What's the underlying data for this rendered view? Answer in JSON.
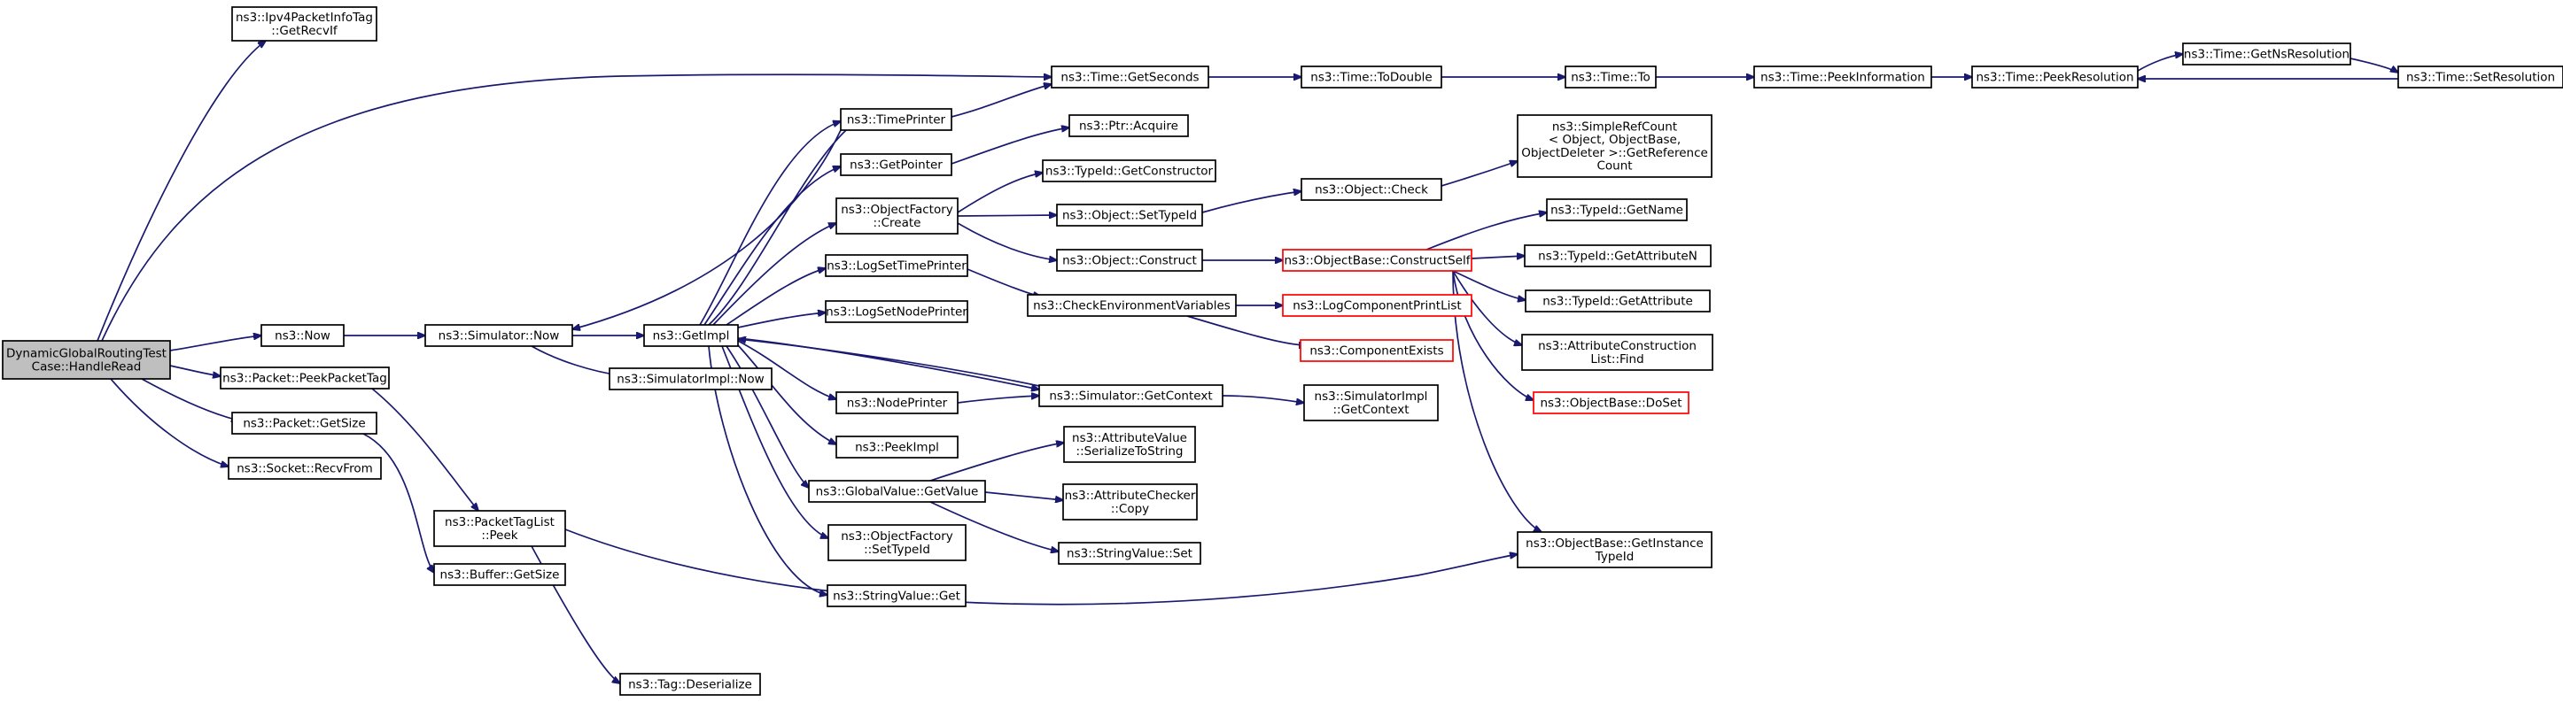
{
  "graph": {
    "nodes": [
      {
        "id": "root",
        "lines": [
          "DynamicGlobalRoutingTest",
          "Case::HandleRead"
        ]
      },
      {
        "id": "ipv4tag",
        "lines": [
          "ns3::Ipv4PacketInfoTag",
          "::GetRecvIf"
        ]
      },
      {
        "id": "getseconds",
        "lines": [
          "ns3::Time::GetSeconds"
        ]
      },
      {
        "id": "todouble",
        "lines": [
          "ns3::Time::ToDouble"
        ]
      },
      {
        "id": "timeto",
        "lines": [
          "ns3::Time::To"
        ]
      },
      {
        "id": "peekinfo",
        "lines": [
          "ns3::Time::PeekInformation"
        ]
      },
      {
        "id": "peekres",
        "lines": [
          "ns3::Time::PeekResolution"
        ]
      },
      {
        "id": "getnsres",
        "lines": [
          "ns3::Time::GetNsResolution"
        ]
      },
      {
        "id": "setres",
        "lines": [
          "ns3::Time::SetResolution"
        ]
      },
      {
        "id": "timeprinter",
        "lines": [
          "ns3::TimePrinter"
        ]
      },
      {
        "id": "ptracquire",
        "lines": [
          "ns3::Ptr::Acquire"
        ]
      },
      {
        "id": "getpointer",
        "lines": [
          "ns3::GetPointer"
        ]
      },
      {
        "id": "getconstructor",
        "lines": [
          "ns3::TypeId::GetConstructor"
        ]
      },
      {
        "id": "objfcreate",
        "lines": [
          "ns3::ObjectFactory",
          "::Create"
        ]
      },
      {
        "id": "settypeid",
        "lines": [
          "ns3::Object::SetTypeId"
        ]
      },
      {
        "id": "objcheck",
        "lines": [
          "ns3::Object::Check"
        ]
      },
      {
        "id": "refcount",
        "lines": [
          "ns3::SimpleRefCount",
          "< Object, ObjectBase,",
          "ObjectDeleter >::GetReference",
          "Count"
        ]
      },
      {
        "id": "construct",
        "lines": [
          "ns3::Object::Construct"
        ]
      },
      {
        "id": "constructself",
        "lines": [
          "ns3::ObjectBase::ConstructSelf"
        ]
      },
      {
        "id": "tidgetname",
        "lines": [
          "ns3::TypeId::GetName"
        ]
      },
      {
        "id": "tidgetattrn",
        "lines": [
          "ns3::TypeId::GetAttributeN"
        ]
      },
      {
        "id": "tidgetattr",
        "lines": [
          "ns3::TypeId::GetAttribute"
        ]
      },
      {
        "id": "attrfind",
        "lines": [
          "ns3::AttributeConstruction",
          "List::Find"
        ]
      },
      {
        "id": "doset",
        "lines": [
          "ns3::ObjectBase::DoSet"
        ]
      },
      {
        "id": "logsettime",
        "lines": [
          "ns3::LogSetTimePrinter"
        ]
      },
      {
        "id": "logsetnode",
        "lines": [
          "ns3::LogSetNodePrinter"
        ]
      },
      {
        "id": "checkenv",
        "lines": [
          "ns3::CheckEnvironmentVariables"
        ]
      },
      {
        "id": "logcompprint",
        "lines": [
          "ns3::LogComponentPrintList"
        ]
      },
      {
        "id": "compexists",
        "lines": [
          "ns3::ComponentExists"
        ]
      },
      {
        "id": "now",
        "lines": [
          "ns3::Now"
        ]
      },
      {
        "id": "simnow",
        "lines": [
          "ns3::Simulator::Now"
        ]
      },
      {
        "id": "getimpl",
        "lines": [
          "ns3::GetImpl"
        ]
      },
      {
        "id": "simimplnow",
        "lines": [
          "ns3::SimulatorImpl::Now"
        ]
      },
      {
        "id": "nodeprinter",
        "lines": [
          "ns3::NodePrinter"
        ]
      },
      {
        "id": "simgetctx",
        "lines": [
          "ns3::Simulator::GetContext"
        ]
      },
      {
        "id": "simimplgetctx",
        "lines": [
          "ns3::SimulatorImpl",
          "::GetContext"
        ]
      },
      {
        "id": "peekimpl",
        "lines": [
          "ns3::PeekImpl"
        ]
      },
      {
        "id": "serializetostring",
        "lines": [
          "ns3::AttributeValue",
          "::SerializeToString"
        ]
      },
      {
        "id": "gvgetvalue",
        "lines": [
          "ns3::GlobalValue::GetValue"
        ]
      },
      {
        "id": "attrcheckcopy",
        "lines": [
          "ns3::AttributeChecker",
          "::Copy"
        ]
      },
      {
        "id": "stringvalset",
        "lines": [
          "ns3::StringValue::Set"
        ]
      },
      {
        "id": "objfsettypeid",
        "lines": [
          "ns3::ObjectFactory",
          "::SetTypeId"
        ]
      },
      {
        "id": "stringvalget",
        "lines": [
          "ns3::StringValue::Get"
        ]
      },
      {
        "id": "peekpackettag",
        "lines": [
          "ns3::Packet::PeekPacketTag"
        ]
      },
      {
        "id": "packetgetsize",
        "lines": [
          "ns3::Packet::GetSize"
        ]
      },
      {
        "id": "socketrecvfrom",
        "lines": [
          "ns3::Socket::RecvFrom"
        ]
      },
      {
        "id": "ptlpeek",
        "lines": [
          "ns3::PacketTagList",
          "::Peek"
        ]
      },
      {
        "id": "buffergetsize",
        "lines": [
          "ns3::Buffer::GetSize"
        ]
      },
      {
        "id": "tagdeserialize",
        "lines": [
          "ns3::Tag::Deserialize"
        ]
      },
      {
        "id": "getinstancetid",
        "lines": [
          "ns3::ObjectBase::GetInstance",
          "TypeId"
        ]
      }
    ]
  },
  "colors": {
    "edge": "#191970",
    "node_border": "#000000",
    "node_border_incomplete": "#ff0000",
    "root_fill": "#bfbfbf",
    "node_fill": "#ffffff"
  }
}
